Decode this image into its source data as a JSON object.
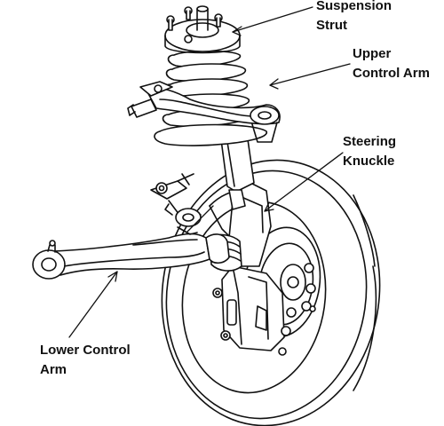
{
  "labels": {
    "suspension_strut": {
      "line1": "Suspension",
      "line2": "Strut"
    },
    "upper_control_arm": {
      "line1": "Upper",
      "line2": "Control Arm"
    },
    "steering_knuckle": {
      "line1": "Steering",
      "line2": "Knuckle"
    },
    "lower_control_arm": {
      "line1": "Lower Control",
      "line2": "Arm"
    }
  },
  "colors": {
    "ink": "#111111",
    "background": "#ffffff"
  }
}
